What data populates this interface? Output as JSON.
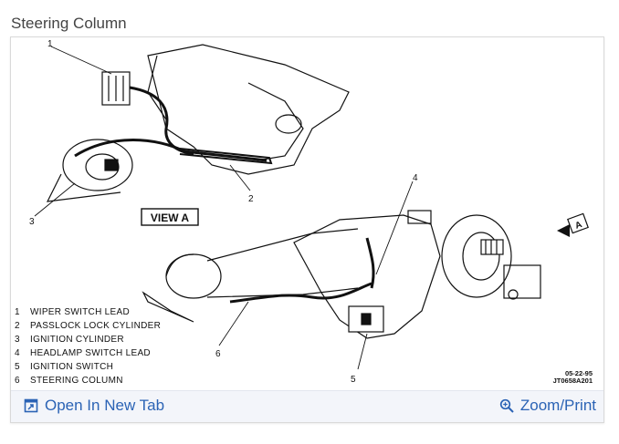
{
  "page": {
    "title": "Steering Column"
  },
  "diagram": {
    "callouts": [
      "1",
      "2",
      "3",
      "4",
      "5",
      "6"
    ],
    "view_label": "VIEW A",
    "view_marker": "A",
    "legend": [
      {
        "num": "1",
        "label": "WIPER SWITCH LEAD"
      },
      {
        "num": "2",
        "label": "PASSLOCK LOCK CYLINDER"
      },
      {
        "num": "3",
        "label": "IGNITION CYLINDER"
      },
      {
        "num": "4",
        "label": "HEADLAMP SWITCH LEAD"
      },
      {
        "num": "5",
        "label": "IGNITION SWITCH"
      },
      {
        "num": "6",
        "label": "STEERING COLUMN"
      }
    ],
    "stamp_date": "05-22-95",
    "stamp_code": "JT0658A201"
  },
  "footer": {
    "open_label": "Open In New Tab",
    "zoom_label": "Zoom/Print",
    "open_icon": "open-new-tab-icon",
    "zoom_icon": "zoom-icon"
  },
  "colors": {
    "link": "#2b63b5",
    "footer_bg": "#f3f5fa"
  }
}
